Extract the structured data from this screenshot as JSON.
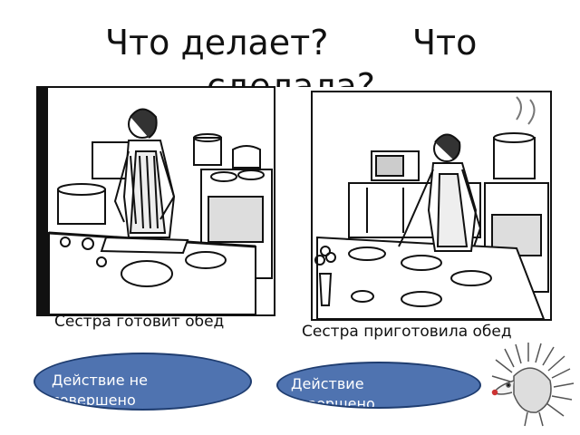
{
  "header": {
    "question_left": "Что делает?",
    "question_right_line1": "Что",
    "question_right_line2": "сделала?"
  },
  "left": {
    "caption": "Сестра готовит обед",
    "badge": "Действие не совершено"
  },
  "right": {
    "caption": "Сестра приготовила обед",
    "badge": "Действие совершено"
  },
  "colors": {
    "badge_fill": "#4f73b0",
    "badge_border": "#1f3d70"
  }
}
